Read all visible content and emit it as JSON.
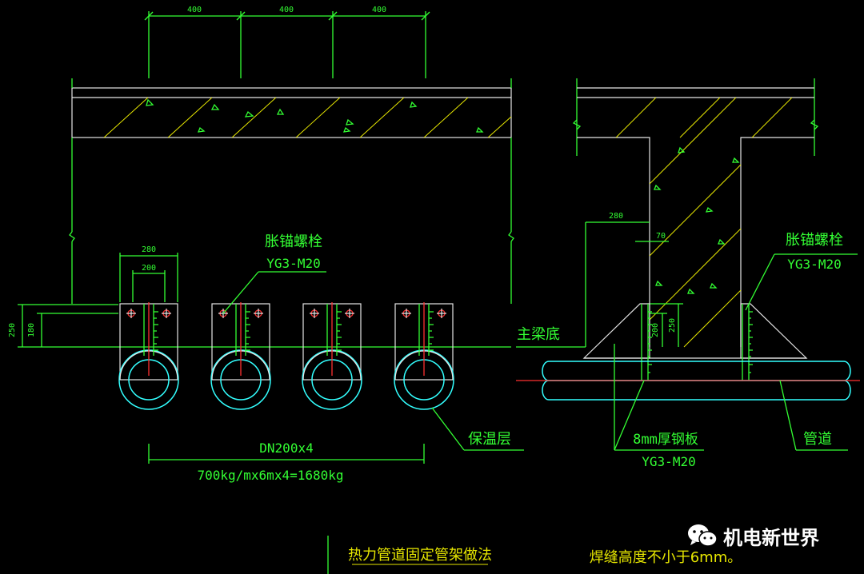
{
  "left_view": {
    "dims_top": [
      "400",
      "400",
      "400"
    ],
    "dim_280": "280",
    "dim_200": "200",
    "dim_250": "250",
    "dim_180": "180",
    "anchor_label": "胀锚螺栓",
    "anchor_spec": "YG3-M20",
    "insulation_label": "保温层",
    "pipe_spec": "DN200x4",
    "load_calc": "700kg/mx6mx4=1680kg",
    "title": "热力管道固定管架做法"
  },
  "right_view": {
    "dim_280": "280",
    "dim_70": "70",
    "dim_200": "200",
    "dim_250": "250",
    "anchor_label": "胀锚螺栓",
    "anchor_spec": "YG3-M20",
    "beam_bottom_label": "主梁底",
    "plate_label": "8mm厚钢板",
    "plate_spec": "YG3-M20",
    "pipe_label": "管道",
    "weld_note": "焊缝高度不小于6mm。"
  },
  "watermark": {
    "text": "机电新世界"
  },
  "colors": {
    "green": "#33ff33",
    "white": "#e6e6e6",
    "cyan": "#33ffff",
    "red": "#ff3030",
    "yellow": "#e6e600",
    "background": "#000000"
  }
}
